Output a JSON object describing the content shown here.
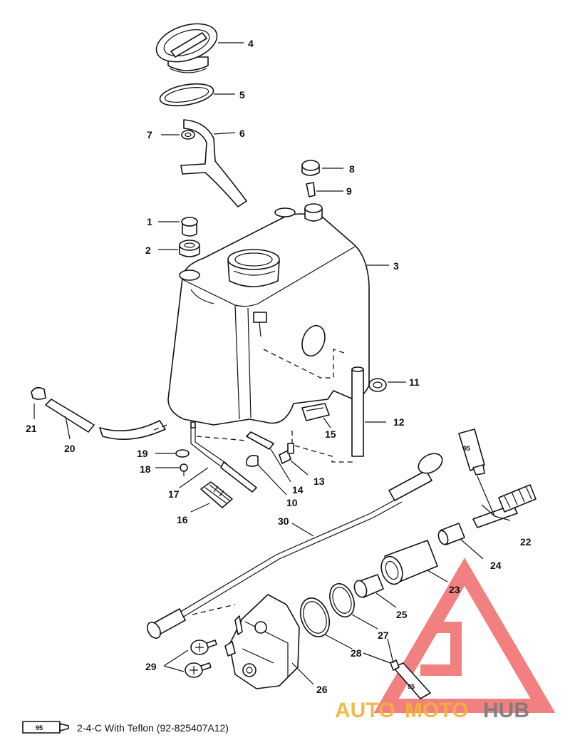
{
  "callouts": {
    "c1": "1",
    "c2": "2",
    "c3": "3",
    "c4": "4",
    "c5": "5",
    "c6": "6",
    "c7": "7",
    "c8": "8",
    "c9": "9",
    "c10": "10",
    "c11": "11",
    "c12": "12",
    "c13": "13",
    "c14": "14",
    "c15": "15",
    "c16": "16",
    "c17": "17",
    "c18": "18",
    "c19": "19",
    "c20": "20",
    "c21": "21",
    "c22": "22",
    "c23": "23",
    "c24": "24",
    "c25": "25",
    "c26": "26",
    "c27": "27",
    "c28": "28",
    "c29": "29",
    "c30": "30"
  },
  "sealant": {
    "tube_code": "95",
    "legend_text": "2-4-C  With Teflon (92-825407A12)"
  },
  "watermark": {
    "auto": "AUTO",
    "moto": "MOTO",
    "hub": "HUB",
    "colors": {
      "auto": "#f2b23a",
      "moto": "#f2b23a",
      "hub": "#7a7a7a",
      "logo": "#f06a6a"
    }
  }
}
